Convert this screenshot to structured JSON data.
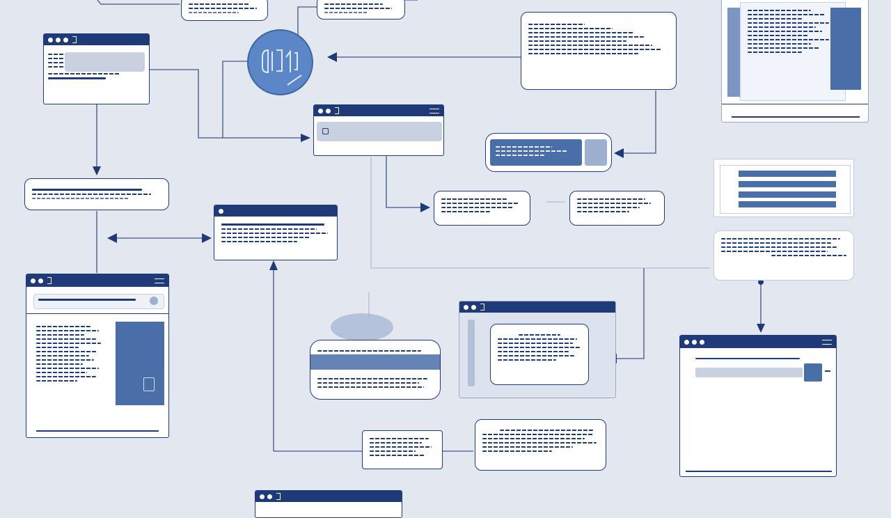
{
  "canvas": {
    "background": "#e3e7ef"
  },
  "colors": {
    "primary": "#1e3a78",
    "accent": "#4a6ea8",
    "circle": "#5b86c8",
    "connector": "#5b6f9a",
    "panel_gray": "#c9d1e0"
  },
  "icons": {
    "circle_node": "app-logo-icon",
    "window_controls": "window-dot-icon",
    "menu": "hamburger-menu-icon",
    "connector_end": "arrowhead-icon",
    "terminal_dot": "connector-dot-icon"
  },
  "windows": [
    "window-top-left",
    "window-center-search",
    "window-mid-text",
    "window-bottom-left",
    "window-center-right",
    "window-bottom-right",
    "window-bottom-center-partial",
    "window-top-right-document"
  ],
  "cards": [
    "card-top-1",
    "card-top-2",
    "card-top-right-text",
    "card-search-pill",
    "card-left-mid",
    "card-center-text-1",
    "card-center-text-2",
    "card-right-table",
    "card-right-text",
    "card-oval-bottom",
    "card-bottom-small",
    "card-bottom-text"
  ]
}
